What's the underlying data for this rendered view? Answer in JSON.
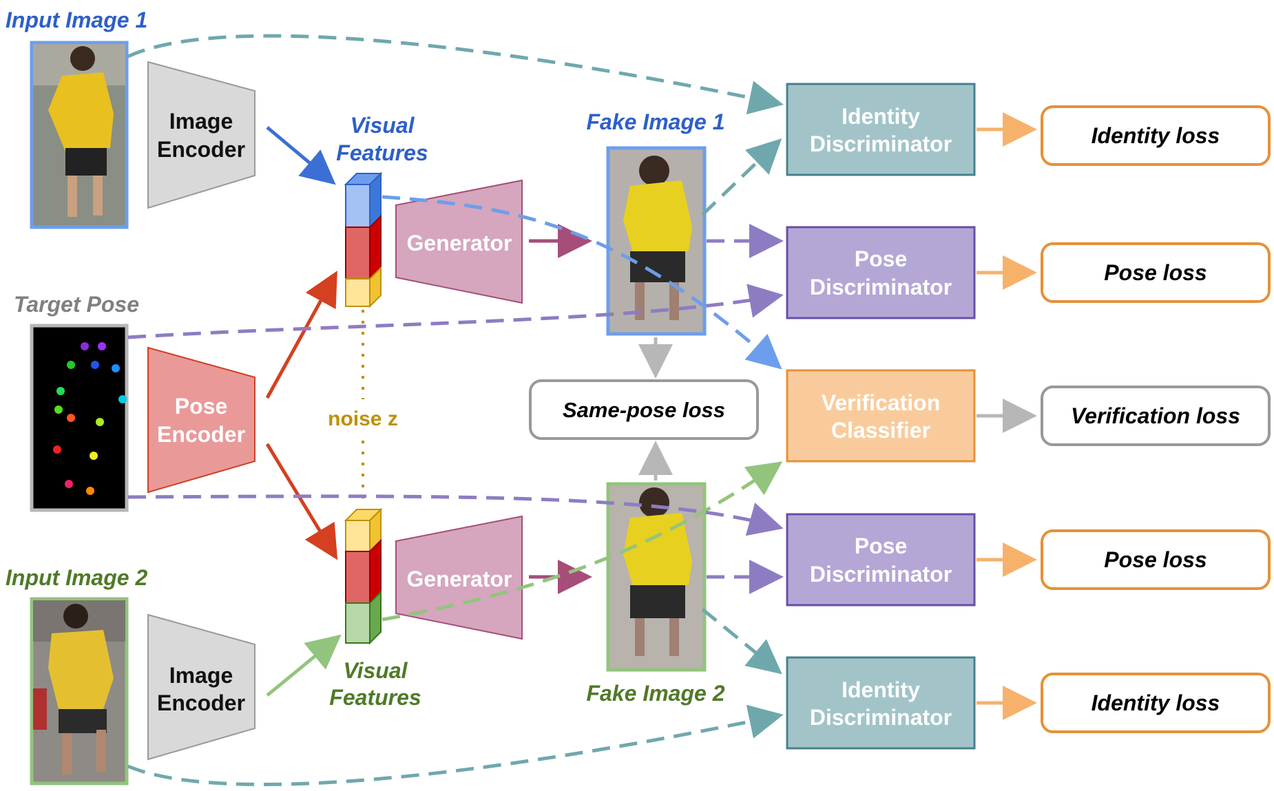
{
  "inputs": {
    "image1_label": "Input Image 1",
    "image2_label": "Input Image 2",
    "target_pose_label": "Target Pose"
  },
  "encoders": {
    "image_top": [
      "Image",
      "Encoder"
    ],
    "image_bottom": [
      "Image",
      "Encoder"
    ],
    "pose": [
      "Pose",
      "Encoder"
    ]
  },
  "features": {
    "top_label": [
      "Visual",
      "Features"
    ],
    "bottom_label": [
      "Visual",
      "Features"
    ],
    "noise_label": "noise z"
  },
  "generators": {
    "top": "Generator",
    "bottom": "Generator"
  },
  "fakes": {
    "top_label": "Fake Image 1",
    "bottom_label": "Fake Image 2"
  },
  "modules": {
    "identity_top": [
      "Identity",
      "Discriminator"
    ],
    "pose_top": [
      "Pose",
      "Discriminator"
    ],
    "verification": [
      "Verification",
      "Classifier"
    ],
    "pose_bottom": [
      "Pose",
      "Discriminator"
    ],
    "identity_bottom": [
      "Identity",
      "Discriminator"
    ]
  },
  "losses": {
    "identity_top": "Identity loss",
    "pose_top": "Pose loss",
    "verification": "Verification loss",
    "pose_bottom": "Pose loss",
    "identity_bottom": "Identity loss",
    "same_pose": "Same-pose loss"
  },
  "colors": {
    "blue": "#2e5fc9",
    "green": "#4f7a28",
    "teal": "#a2c4c9",
    "purple": "#b4a7d6",
    "orange": "#f9cb9c",
    "loss_orange": "#e69138",
    "pink": "#d5a6bd",
    "red_encoder": "#ea9999",
    "gray": "#d9d9d9"
  }
}
